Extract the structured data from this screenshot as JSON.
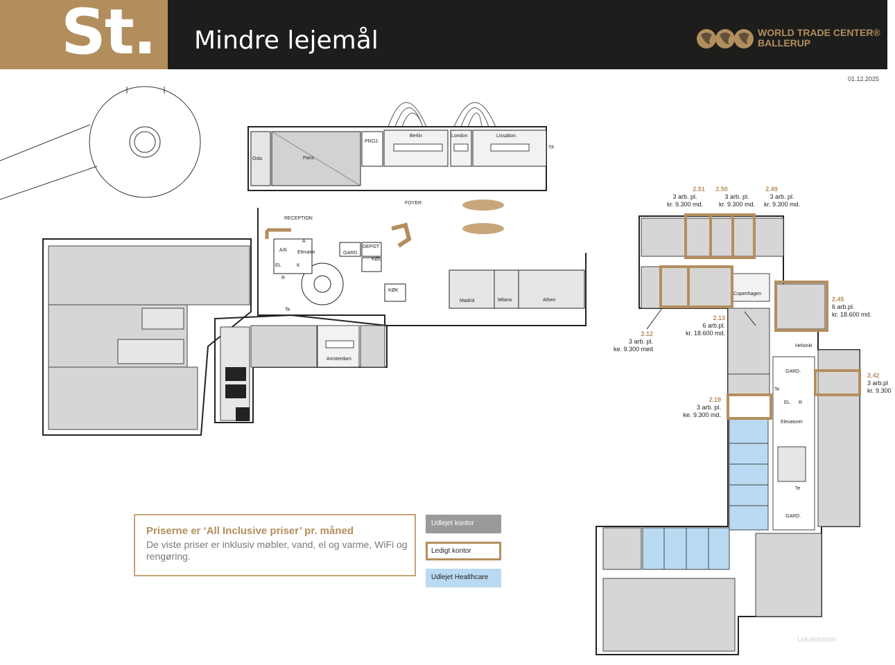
{
  "header": {
    "floor_code": "St.",
    "title": "Mindre lejemål",
    "brand_line1": "WORLD TRADE CENTER®",
    "brand_line2": "BALLERUP"
  },
  "date": "01.12.2025",
  "colors": {
    "header_bg": "#1d1d1b",
    "accent_gold": "#b38e5d",
    "rented_office": "#9a9a9a",
    "rented_healthcare": "#b9daf2",
    "room_fill": "#d9d9d9"
  },
  "price_box": {
    "title": "Priserne er ‘All Inclusive priser’ pr. måned",
    "desc": "De viste priser er inklusiv møbler, vand, el og varme, WiFi og rengøring."
  },
  "legend": {
    "rented_office": "Udlejet kontor",
    "available_office": "Ledigt kontor",
    "rented_healthcare": "Udlejet Healthcare"
  },
  "units": {
    "u251": {
      "id": "2.51",
      "l1": "3 arb. pl.",
      "l2": "kr. 9.300 md."
    },
    "u250": {
      "id": "2.50",
      "l1": "3 arb. pl.",
      "l2": "kr. 9.300 md."
    },
    "u249": {
      "id": "2.49",
      "l1": "3 arb. pl.",
      "l2": "kr. 9.300 md."
    },
    "u245": {
      "id": "2.45",
      "l1": "6 arb.pl.",
      "l2": "kr. 18.600 md."
    },
    "u213": {
      "id": "2.13",
      "l1": "6 arb.pl.",
      "l2": "kr. 18.600 md."
    },
    "u212": {
      "id": "2.12",
      "l1": "3 arb. pl.",
      "l2": "ke. 9.300 med"
    },
    "u242": {
      "id": "2.42",
      "l1": "3 arb.pl",
      "l2": "kr. 9.300"
    },
    "u219": {
      "id": "2.19",
      "l1": "3 arb. pl.",
      "l2": "ke. 9.300 md."
    }
  },
  "rooms": {
    "oslo": "Oslo",
    "paris": "Paris",
    "proj": "PROJ.",
    "berlin": "Berlin",
    "london": "London",
    "lissabon": "Lissabon",
    "tf": "TF",
    "reception": "RECEPTION",
    "foyer": "FOYER",
    "ak": "A/K",
    "elevator": "Elevator",
    "a": "A",
    "gard": "GARD.",
    "depot": "DEPOT",
    "kol": "KØL",
    "el": "EL",
    "k": "K",
    "r": "R",
    "te": "Te",
    "kok": "KØK",
    "madrid": "Madrid",
    "milano": "Milano",
    "athen": "Athen",
    "amsterdam": "Amsterdam",
    "copenhagen": "Copenhagen",
    "helsinki": "Helsinki",
    "gard2": "GARD.",
    "te2": "Te",
    "el2": "EL",
    "r2": "R",
    "elevatorer": "Elevatorer",
    "te3": "Te",
    "gard3": "GARD."
  },
  "watermark": "Lokalebasen"
}
